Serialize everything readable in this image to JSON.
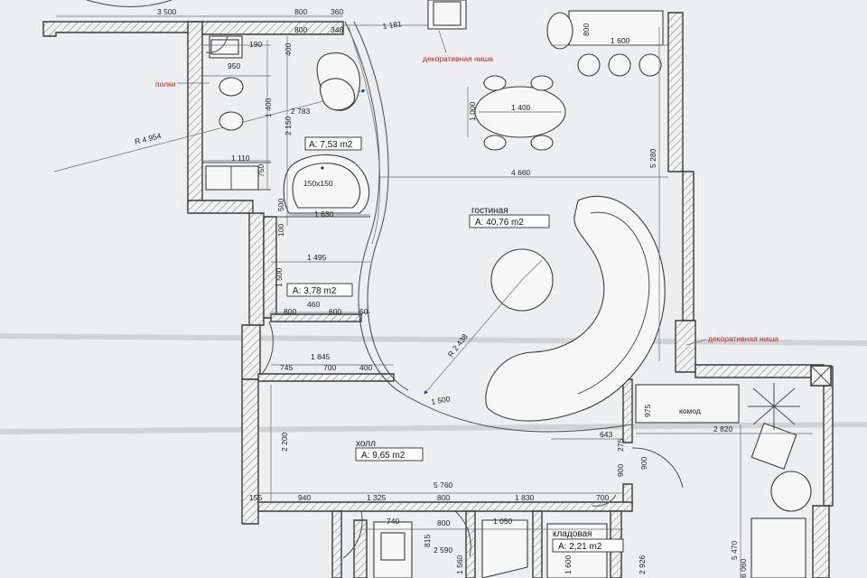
{
  "rooms": {
    "bathroom": {
      "area": "A: 7,53 m2"
    },
    "living": {
      "name": "гостиная",
      "area": "A: 40,76 m2"
    },
    "small": {
      "area": "A: 3,78 m2"
    },
    "hall": {
      "name": "холл",
      "area": "A: 9,65 m2"
    },
    "storage": {
      "name": "кладовая",
      "area": "A: 2,21 m2"
    }
  },
  "annotations": {
    "niche_top": "декоративная ниша",
    "niche_right": "декоративная ниша",
    "shelves": "полки",
    "dresser": "комод",
    "radius_main": "R 4 954",
    "radius_stair": "R 2 438",
    "jacuzzi": "150x150"
  },
  "dims": {
    "d3500": "3 500",
    "d800a": "800",
    "d360": "360",
    "d800b": "800",
    "d348": "348",
    "d1181": "1 181",
    "d190": "190",
    "d950": "950",
    "d400": "400",
    "d1400": "1 400",
    "d2150": "2 150",
    "d2783": "2 783",
    "d1110": "1 110",
    "d750": "750",
    "d500": "500",
    "d1630": "1 630",
    "d100": "100",
    "d1495": "1 495",
    "d1500a": "1 500",
    "d800c": "800",
    "d460": "460",
    "d600": "600",
    "d50": "50",
    "d1845": "1 845",
    "d745": "745",
    "d700a": "700",
    "d400b": "400",
    "d2200": "2 200",
    "d1600": "1 600",
    "d800d": "800",
    "d1000": "1 000",
    "d1400b": "1 400",
    "d4660": "4 660",
    "d5280": "5 280",
    "d1500b": "1 500",
    "d643": "643",
    "d975": "975",
    "d275": "275",
    "d900a": "900",
    "d900b": "900",
    "d2820": "2 820",
    "d5760": "5 760",
    "d155": "155",
    "d940": "940",
    "d1325": "1 325",
    "d800e": "800",
    "d1830": "1 830",
    "d700b": "700",
    "d740": "740",
    "d800f": "800",
    "d815": "815",
    "d2590": "2 590",
    "d1050": "1 050",
    "d1560": "1 560",
    "d1600b": "1 600",
    "d2926": "2 926",
    "d5470": "5 470",
    "d6060": "6 060"
  },
  "colors": {
    "wall_stroke": "#3a3a3a",
    "hatch": "#8a8a8a",
    "annotation_red": "#b3262b",
    "paper": "#eceef0"
  }
}
